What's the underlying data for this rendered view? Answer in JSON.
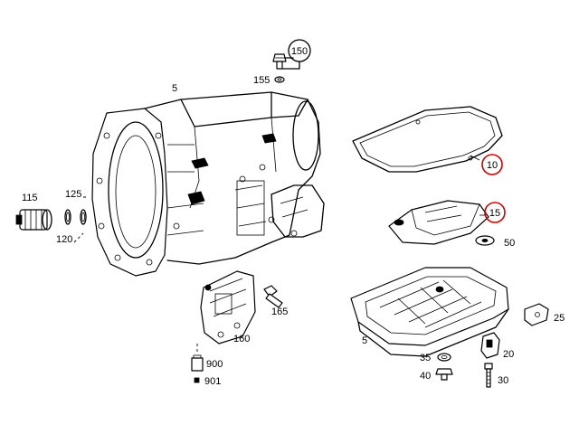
{
  "callouts": {
    "c5_top": "5",
    "c150": "150",
    "c155": "155",
    "c10": "10",
    "c15": "15",
    "c50": "50",
    "c115": "115",
    "c125": "125",
    "c120": "120",
    "c165": "165",
    "c160": "160",
    "c900": "900",
    "c901": "901",
    "c5_pan": "5",
    "c25": "25",
    "c35": "35",
    "c40": "40",
    "c20": "20",
    "c30": "30"
  },
  "highlight_color": "#cc0000"
}
